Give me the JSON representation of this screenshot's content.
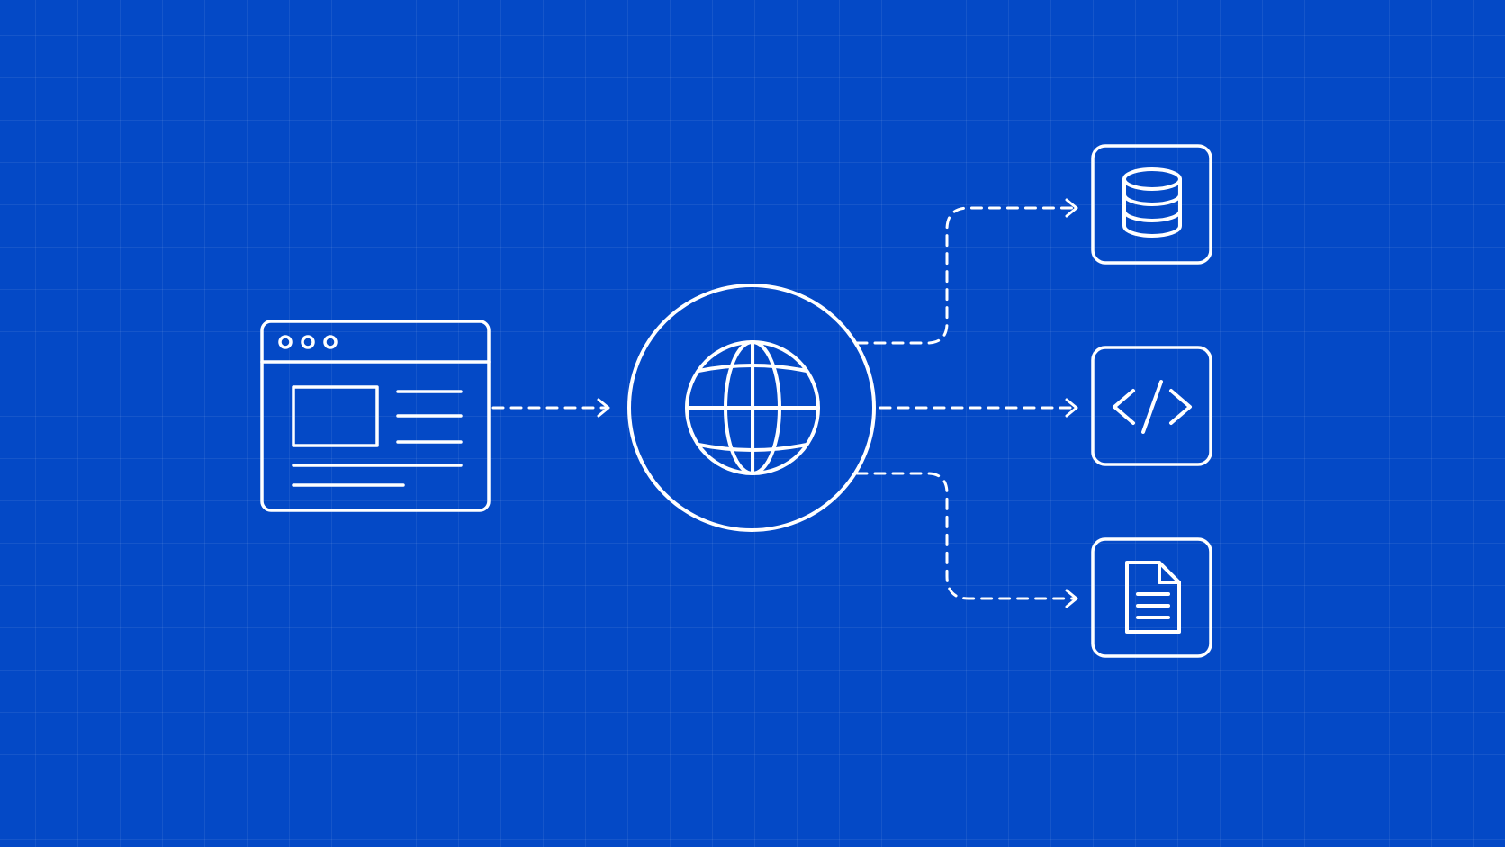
{
  "diagram": {
    "background_color": "#0449c6",
    "line_color": "#ffffff",
    "nodes": [
      {
        "id": "browser",
        "icon": "browser-window-icon"
      },
      {
        "id": "internet",
        "icon": "globe-icon"
      },
      {
        "id": "database",
        "icon": "database-icon"
      },
      {
        "id": "code",
        "icon": "code-brackets-icon"
      },
      {
        "id": "document",
        "icon": "document-icon"
      }
    ],
    "edges": [
      {
        "from": "browser",
        "to": "internet",
        "style": "dashed-arrow"
      },
      {
        "from": "internet",
        "to": "database",
        "style": "dashed-arrow"
      },
      {
        "from": "internet",
        "to": "code",
        "style": "dashed-arrow"
      },
      {
        "from": "internet",
        "to": "document",
        "style": "dashed-arrow"
      }
    ]
  }
}
